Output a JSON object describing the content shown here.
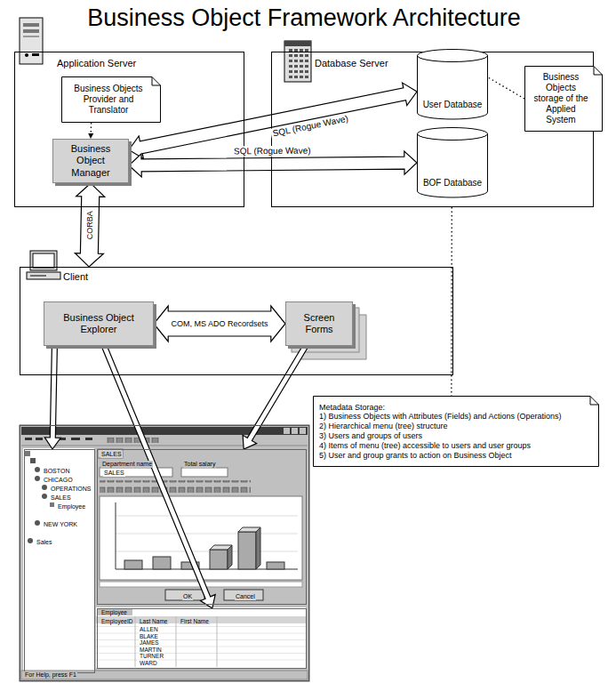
{
  "diagram": {
    "title": "Business Object Framework Architecture",
    "nodes": [
      {
        "text": [
          "Application Server"
        ]
      },
      {
        "text": [
          "Business Objects Provider and Translator"
        ],
        "in": 0
      },
      {
        "text": [
          "Business Object Manager"
        ],
        "in": 0
      },
      {
        "text": [
          "Database Server"
        ]
      },
      {
        "text": [
          "User Database"
        ],
        "in": 3
      },
      {
        "text": [
          "BOF Database"
        ],
        "in": 3
      },
      {
        "text": [
          "Business Objects storage of the Applied System"
        ]
      },
      {
        "text": [
          "Client"
        ]
      },
      {
        "text": [
          "Business Object Explorer"
        ],
        "in": 7
      },
      {
        "text": [
          "Screen Forms"
        ],
        "in": 7
      },
      {
        "text": [
          "Metadata Storage:",
          "1) Business Objects with Attributes (Fields) and Actions (Operations)",
          "2) Hierarchical menu (tree) structure",
          "3) Users and groups of users",
          "4) Items of menu (tree) accessible to users and user groups",
          "5) User and group grants to action on Business Object"
        ]
      },
      {
        "text": [
          "For Help, press F1"
        ]
      },
      {
        "text": [
          "BOSTON",
          "CHICAGO",
          "OPERATIONS",
          "SALES",
          "Employee",
          "NEW YORK",
          "Sales"
        ],
        "in": 11
      },
      {
        "text": [
          "SALES",
          "Department name",
          "Total salary",
          "SALES",
          "OK",
          "Cancel"
        ],
        "in": 11
      },
      {
        "text": [
          "Employee",
          "EmployeeID",
          "Last Name",
          "First Name",
          "ALLEN",
          "BLAKE",
          "JAMES",
          "MARTIN",
          "TURNER",
          "WARD"
        ],
        "in": 11
      }
    ],
    "edges": [
      {
        "from": 2,
        "to": 4,
        "label": "SQL (Rogue Wave)",
        "arrow": "both"
      },
      {
        "from": 2,
        "to": 5,
        "label": "SQL (Rogue Wave)",
        "arrow": "both"
      },
      {
        "from": 2,
        "to": 7,
        "label": "CORBA",
        "arrow": "both"
      },
      {
        "from": 8,
        "to": 9,
        "label": "COM, MS ADO Recordsets",
        "arrow": "both"
      },
      {
        "from": 8,
        "to": 12,
        "arrow": "to"
      },
      {
        "from": 8,
        "to": 14,
        "arrow": "to"
      },
      {
        "from": 9,
        "to": 13,
        "arrow": "to"
      },
      {
        "from": 1,
        "to": 2,
        "arrow": "to"
      },
      {
        "from": 6,
        "to": 4,
        "arrow": "none"
      },
      {
        "from": 3,
        "to": 10,
        "arrow": "none"
      }
    ]
  }
}
